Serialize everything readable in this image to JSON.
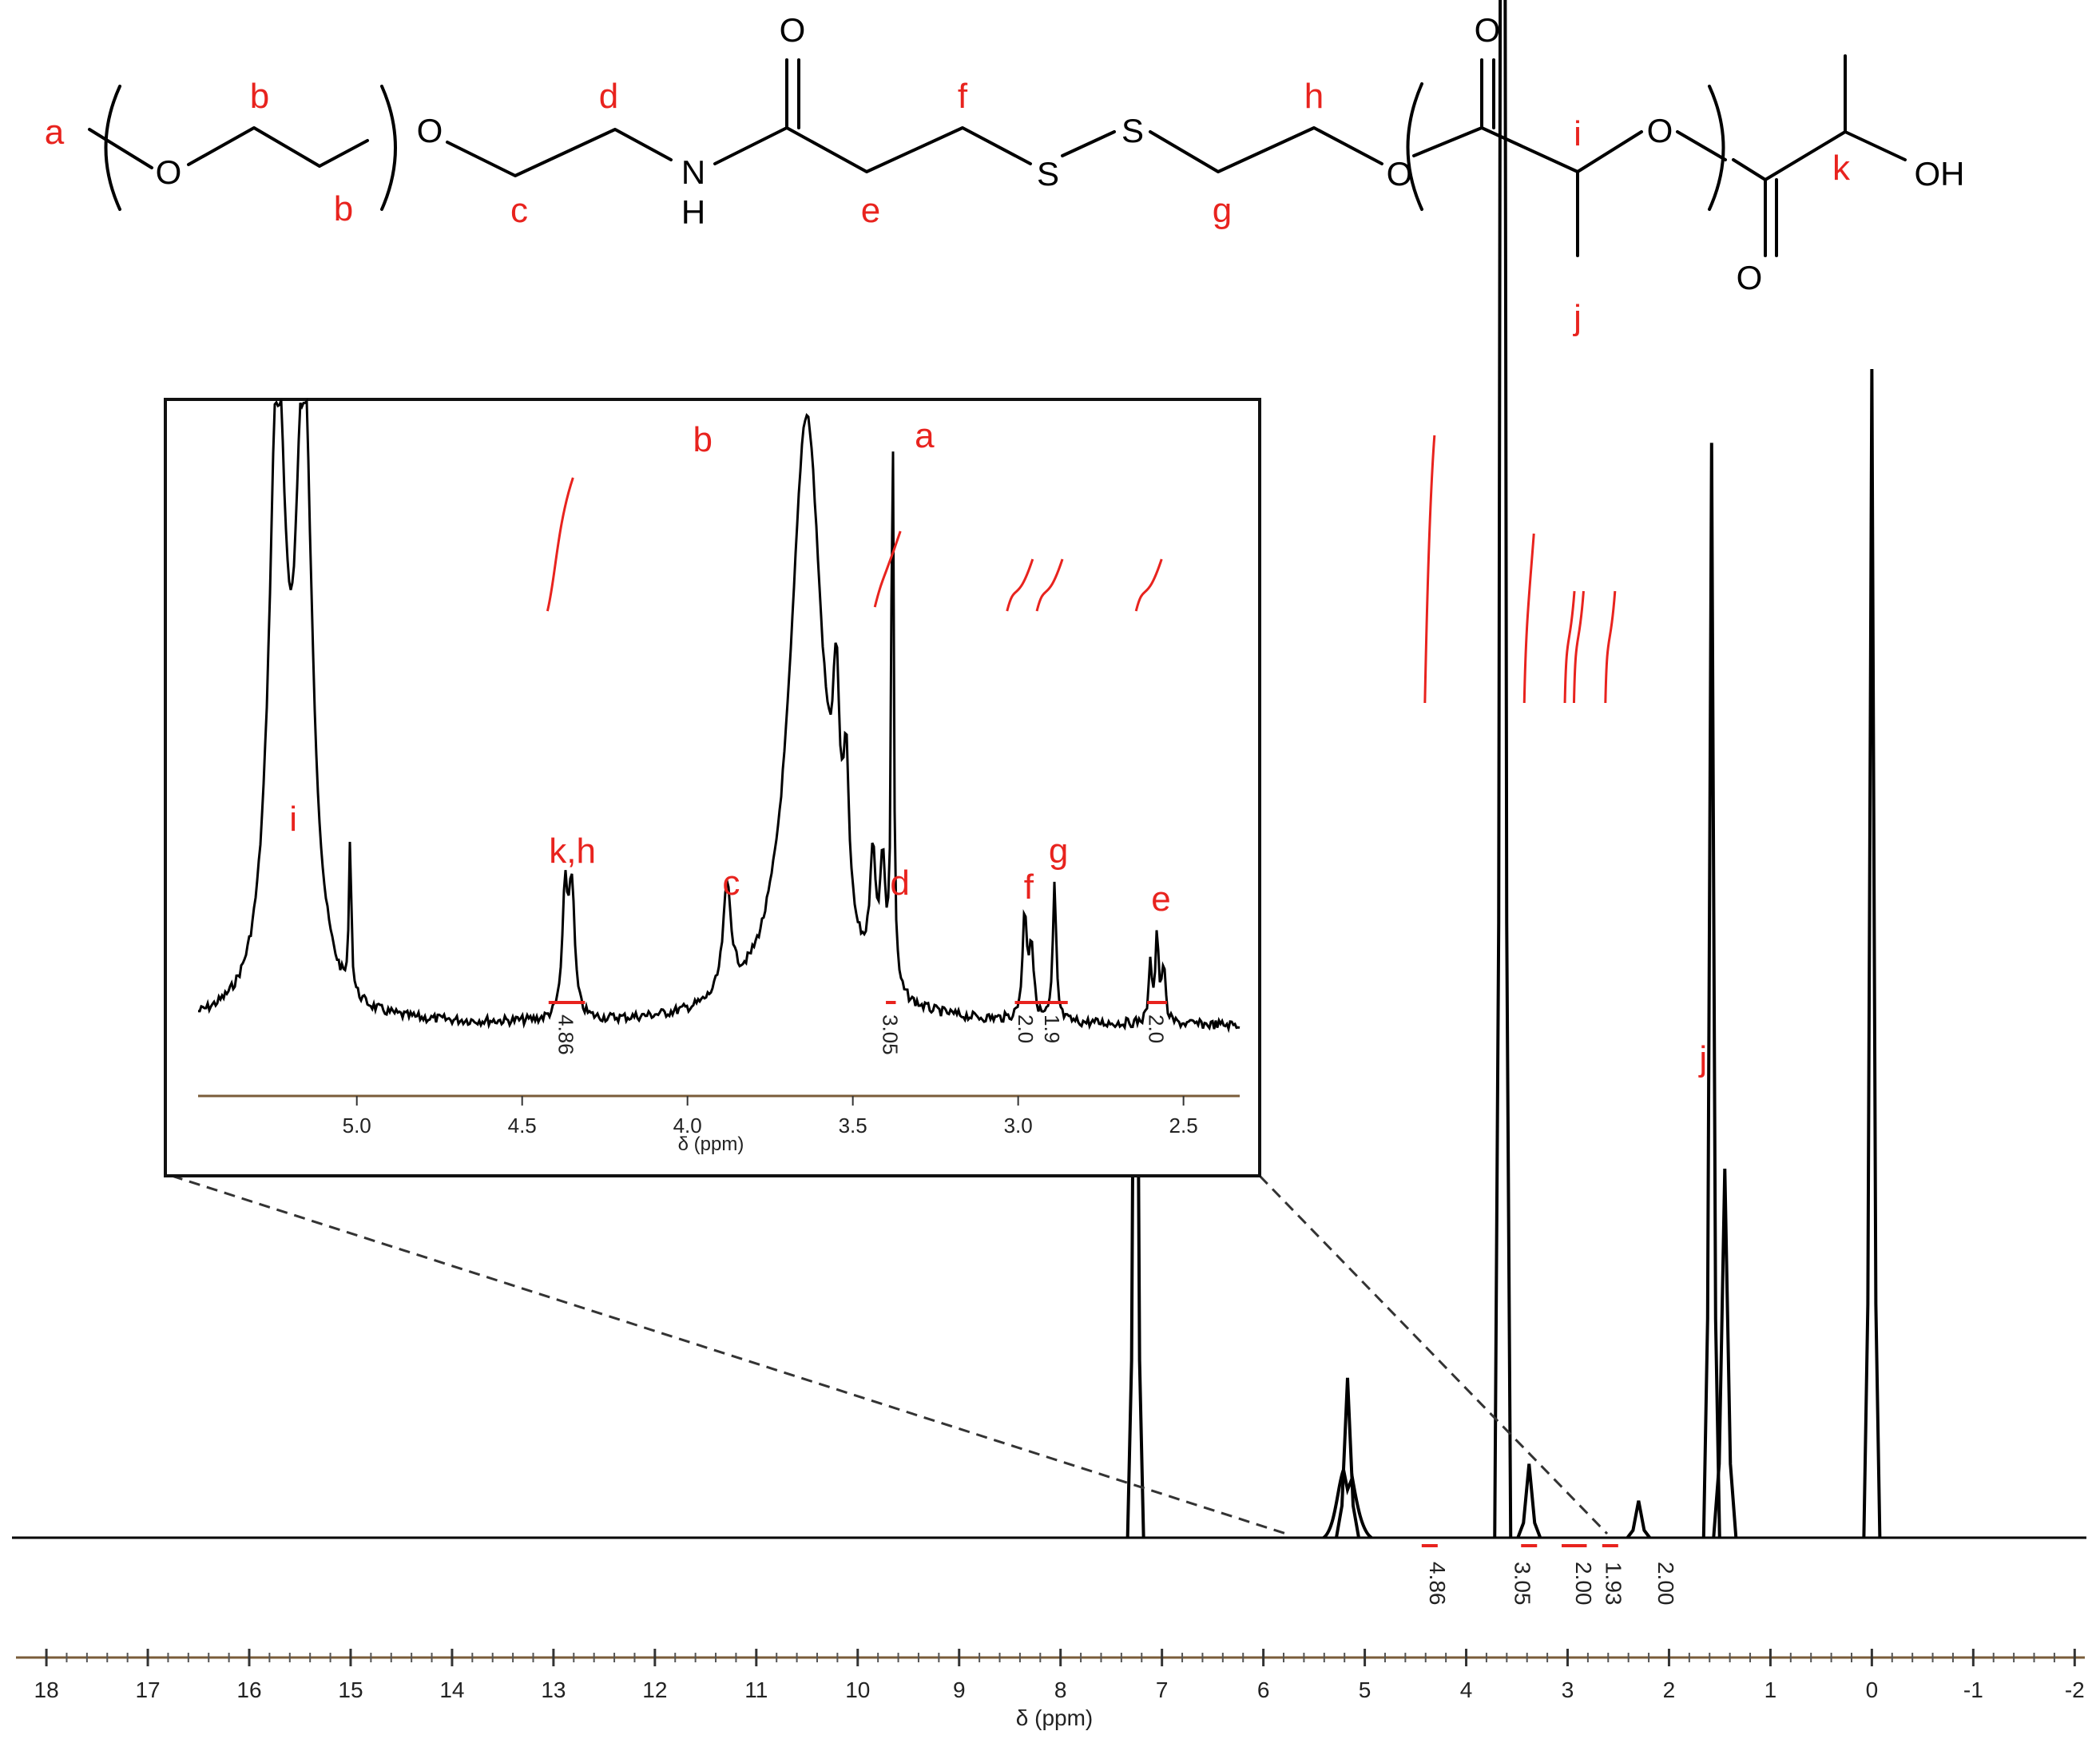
{
  "structure": {
    "labels": [
      "a",
      "b",
      "b",
      "c",
      "d",
      "e",
      "f",
      "g",
      "h",
      "i",
      "j",
      "k"
    ],
    "atoms": {
      "o1": "O",
      "o2": "O",
      "n": "N",
      "h": "H",
      "o_carbonyl1": "O",
      "s1": "S",
      "s2": "S",
      "o3": "O",
      "o_carbonyl2": "O",
      "o4": "O",
      "o_carbonyl3": "O",
      "oh": "OH"
    }
  },
  "colors": {
    "annotation": "#e8231e",
    "spectrum": "#000000",
    "axis": "#7a5c3a"
  },
  "chart_data": [
    {
      "type": "line",
      "xlabel": "δ (ppm)",
      "x_ticks": [
        "18",
        "17",
        "16",
        "15",
        "14",
        "13",
        "12",
        "11",
        "10",
        "9",
        "8",
        "7",
        "6",
        "5",
        "4",
        "3",
        "2",
        "1",
        "0",
        "-1",
        "-2"
      ],
      "xlim": [
        18.3,
        -2.1
      ],
      "reversed_x": true,
      "peaks": [
        {
          "ppm": 7.26,
          "height": 0.72
        },
        {
          "ppm": 5.17,
          "height": 0.13
        },
        {
          "ppm": 3.64,
          "height": 2.5
        },
        {
          "ppm": 3.38,
          "height": 0.06
        },
        {
          "ppm": 2.3,
          "height": 0.03
        },
        {
          "ppm": 1.58,
          "height": 0.89
        },
        {
          "ppm": 1.45,
          "height": 0.3
        },
        {
          "ppm": 0.0,
          "height": 0.95
        }
      ],
      "peak_labels": [
        {
          "label": "j",
          "ppm": 1.6
        }
      ],
      "integrals": [
        {
          "ppm": 4.36,
          "value": "4.86"
        },
        {
          "ppm": 3.38,
          "value": "3.05"
        },
        {
          "ppm": 2.98,
          "value": "2.00"
        },
        {
          "ppm": 2.89,
          "value": "1.93"
        },
        {
          "ppm": 2.58,
          "value": "2.00"
        }
      ]
    },
    {
      "type": "line",
      "xlabel": "δ (ppm)",
      "x_ticks": [
        "5.0",
        "4.5",
        "4.0",
        "3.5",
        "3.0",
        "2.5"
      ],
      "xlim": [
        5.48,
        2.33
      ],
      "reversed_x": true,
      "peak_labels": [
        {
          "label": "i",
          "ppm": 5.18
        },
        {
          "label": "k,h",
          "ppm": 4.36
        },
        {
          "label": "c",
          "ppm": 3.88
        },
        {
          "label": "b",
          "ppm": 3.64
        },
        {
          "label": "a",
          "ppm": 3.38
        },
        {
          "label": "d",
          "ppm": 3.43
        },
        {
          "label": "f",
          "ppm": 2.98
        },
        {
          "label": "g",
          "ppm": 2.89
        },
        {
          "label": "e",
          "ppm": 2.58
        }
      ],
      "integrals": [
        {
          "ppm": 4.36,
          "value": "4.86"
        },
        {
          "ppm": 3.38,
          "value": "3.05"
        },
        {
          "ppm": 2.98,
          "value": "2.0"
        },
        {
          "ppm": 2.89,
          "value": "1.9"
        },
        {
          "ppm": 2.58,
          "value": "2.0"
        }
      ]
    }
  ]
}
